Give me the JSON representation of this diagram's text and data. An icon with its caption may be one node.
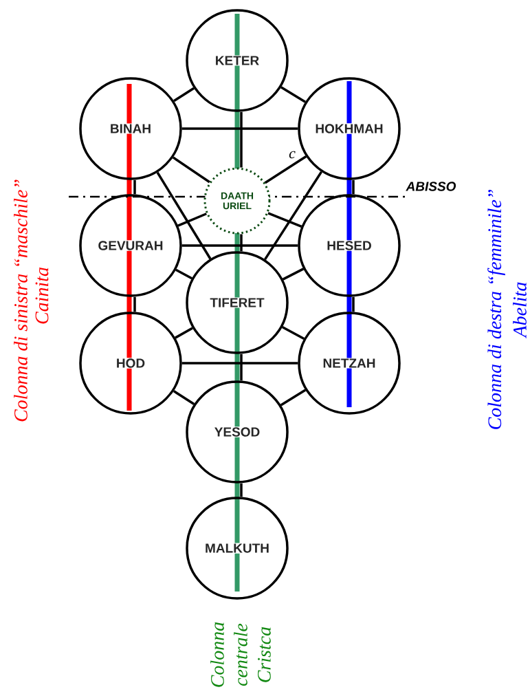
{
  "diagram": {
    "nodes": [
      {
        "text": [
          "KETER"
        ]
      },
      {
        "text": [
          "BINAH"
        ]
      },
      {
        "text": [
          "HOKHMAH"
        ]
      },
      {
        "text": [
          "DAATH",
          "URIEL"
        ]
      },
      {
        "text": [
          "GEVURAH"
        ]
      },
      {
        "text": [
          "HESED"
        ]
      },
      {
        "text": [
          "TIFERET"
        ]
      },
      {
        "text": [
          "HOD"
        ]
      },
      {
        "text": [
          "NETZAH"
        ]
      },
      {
        "text": [
          "YESOD"
        ]
      },
      {
        "text": [
          "MALKUTH"
        ]
      }
    ],
    "edges": [
      {
        "from": 0,
        "to": 1,
        "arrow": "none"
      },
      {
        "from": 0,
        "to": 2,
        "arrow": "none"
      },
      {
        "from": 0,
        "to": 3,
        "arrow": "none"
      },
      {
        "from": 1,
        "to": 2,
        "arrow": "none"
      },
      {
        "from": 1,
        "to": 3,
        "arrow": "none"
      },
      {
        "from": 2,
        "to": 3,
        "arrow": "none"
      },
      {
        "from": 1,
        "to": 4,
        "arrow": "none"
      },
      {
        "from": 2,
        "to": 5,
        "arrow": "none"
      },
      {
        "from": 1,
        "to": 6,
        "arrow": "none"
      },
      {
        "from": 2,
        "to": 6,
        "arrow": "none"
      },
      {
        "from": 3,
        "to": 4,
        "arrow": "none"
      },
      {
        "from": 3,
        "to": 5,
        "arrow": "none"
      },
      {
        "from": 3,
        "to": 6,
        "arrow": "none"
      },
      {
        "from": 4,
        "to": 5,
        "arrow": "none"
      },
      {
        "from": 4,
        "to": 6,
        "arrow": "none"
      },
      {
        "from": 5,
        "to": 6,
        "arrow": "none"
      },
      {
        "from": 4,
        "to": 7,
        "arrow": "none"
      },
      {
        "from": 5,
        "to": 8,
        "arrow": "none"
      },
      {
        "from": 6,
        "to": 7,
        "arrow": "none"
      },
      {
        "from": 6,
        "to": 8,
        "arrow": "none"
      },
      {
        "from": 6,
        "to": 9,
        "arrow": "none"
      },
      {
        "from": 7,
        "to": 8,
        "arrow": "none"
      },
      {
        "from": 7,
        "to": 9,
        "arrow": "none"
      },
      {
        "from": 8,
        "to": 9,
        "arrow": "none"
      },
      {
        "from": 9,
        "to": 10,
        "arrow": "none"
      }
    ],
    "labels": [
      "c",
      "ABISSO",
      "Colonna  di sinistra “maschile”",
      "Cainita",
      "Colonna di destra “femminile”",
      "Abelita",
      "Colonna centrale Cristca"
    ]
  }
}
